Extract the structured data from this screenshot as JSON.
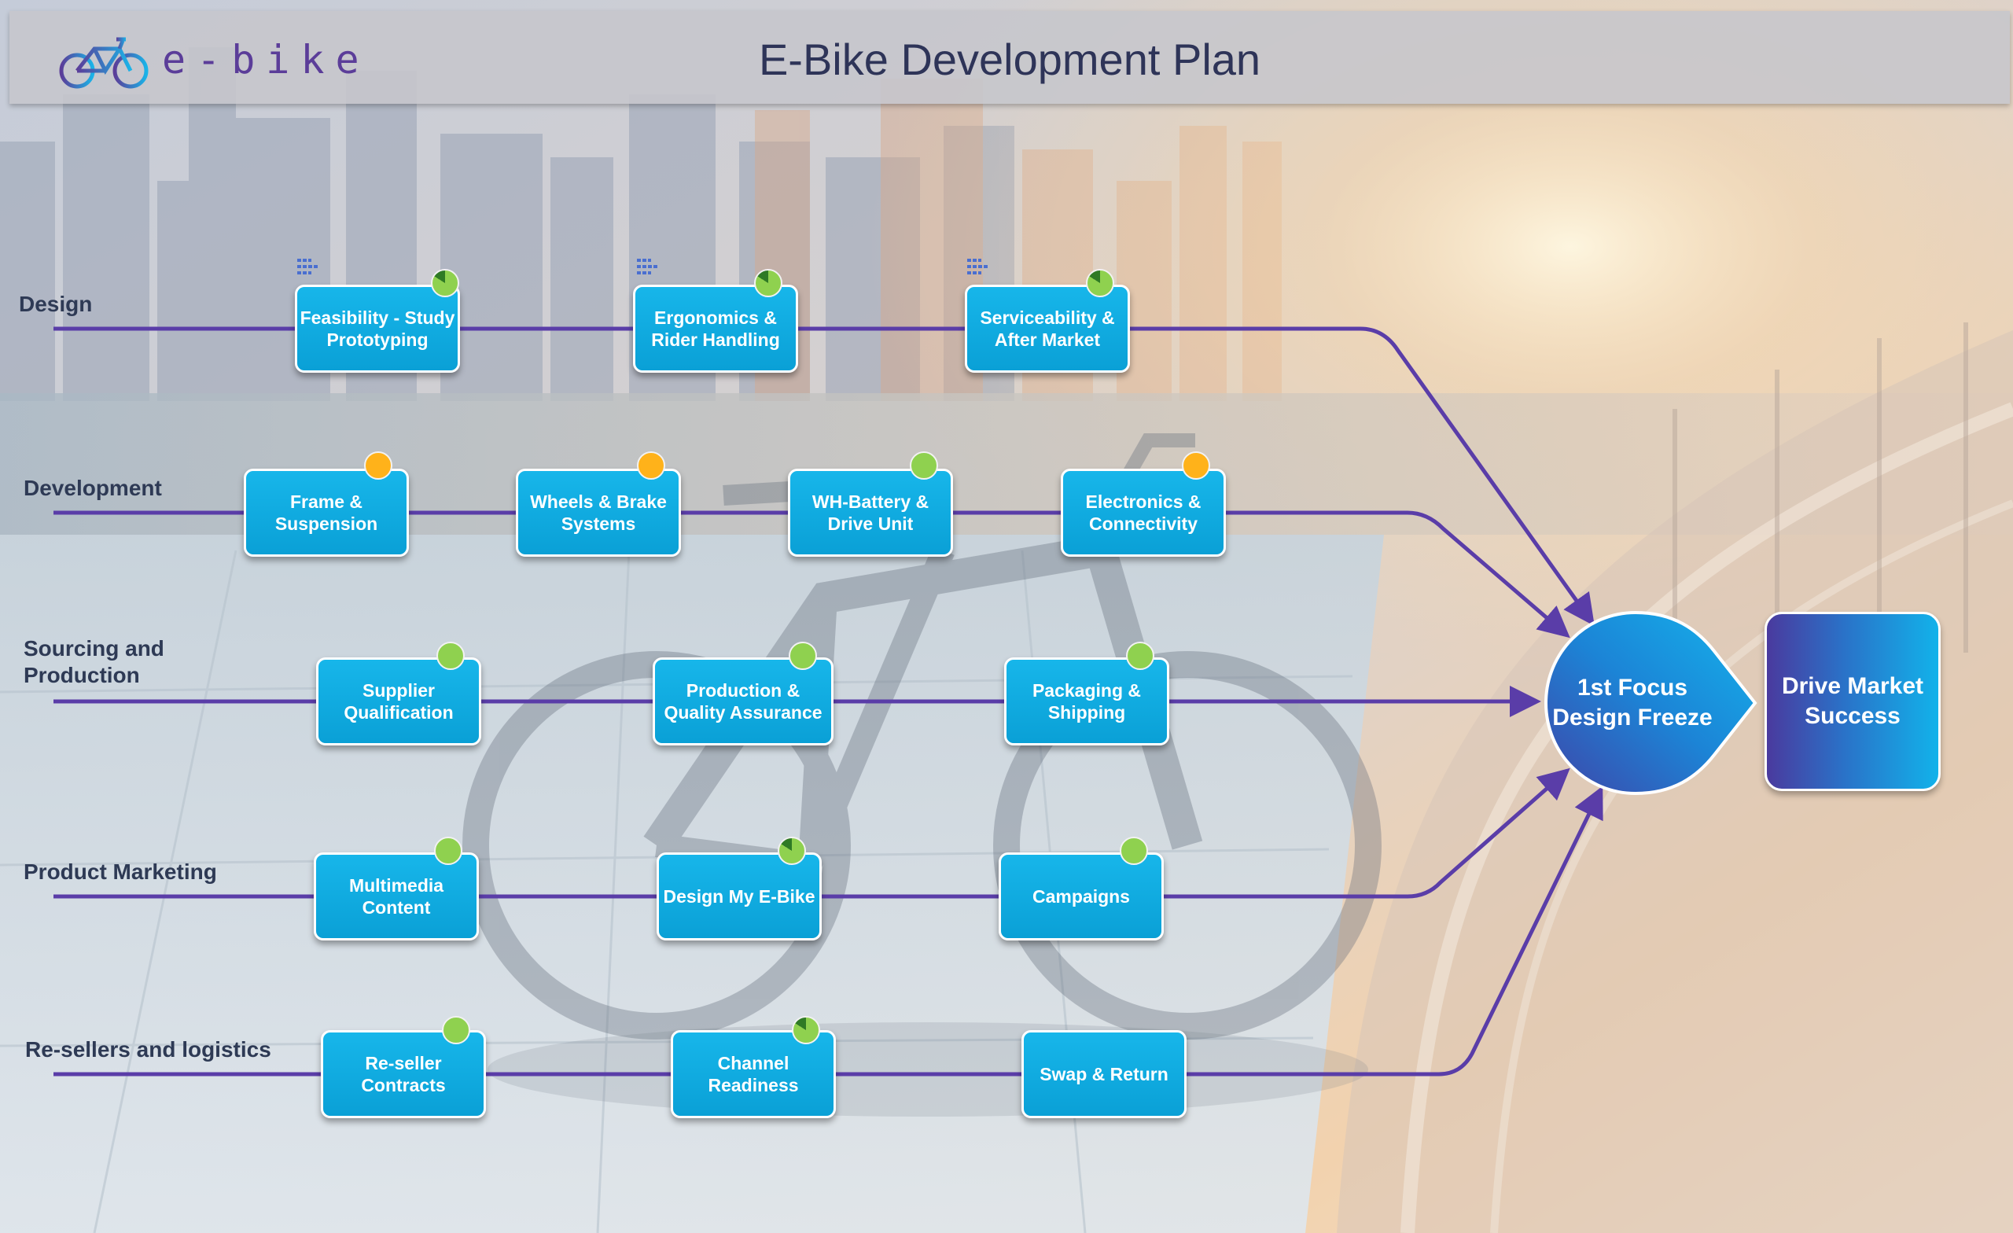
{
  "header": {
    "logo_text": "e-bike",
    "title": "E-Bike Development Plan"
  },
  "lanes": [
    {
      "label": "Design",
      "tasks": [
        {
          "label": "Feasibility - Study Prototyping",
          "status": "partial"
        },
        {
          "label": "Ergonomics & Rider Handling",
          "status": "partial"
        },
        {
          "label": "Serviceability & After Market",
          "status": "partial"
        }
      ]
    },
    {
      "label": "Development",
      "tasks": [
        {
          "label": "Frame & Suspension",
          "status": "orange"
        },
        {
          "label": "Wheels & Brake Systems",
          "status": "orange"
        },
        {
          "label": "WH-Battery & Drive Unit",
          "status": "green"
        },
        {
          "label": "Electronics & Connectivity",
          "status": "orange"
        }
      ]
    },
    {
      "label": "Sourcing and Production",
      "tasks": [
        {
          "label": "Supplier Qualification",
          "status": "green"
        },
        {
          "label": "Production & Quality Assurance",
          "status": "green"
        },
        {
          "label": "Packaging & Shipping",
          "status": "green"
        }
      ]
    },
    {
      "label": "Product Marketing",
      "tasks": [
        {
          "label": "Multimedia Content",
          "status": "green"
        },
        {
          "label": "Design My E-Bike",
          "status": "partial"
        },
        {
          "label": "Campaigns",
          "status": "green"
        }
      ]
    },
    {
      "label": "Re-sellers and logistics",
      "tasks": [
        {
          "label": "Re-seller Contracts",
          "status": "green"
        },
        {
          "label": "Channel Readiness",
          "status": "partial"
        },
        {
          "label": "Swap & Return",
          "status": "none"
        }
      ]
    }
  ],
  "milestone": {
    "label": "1st Focus Design Freeze"
  },
  "goal": {
    "label": "Drive Market Success"
  },
  "colors": {
    "task_fill": "#0ea9e0",
    "connector": "#5a3da8",
    "status_green": "#8fd14f",
    "status_orange": "#ffb21a",
    "milestone_dark": "#3f45a8",
    "milestone_light": "#14b4ec"
  }
}
